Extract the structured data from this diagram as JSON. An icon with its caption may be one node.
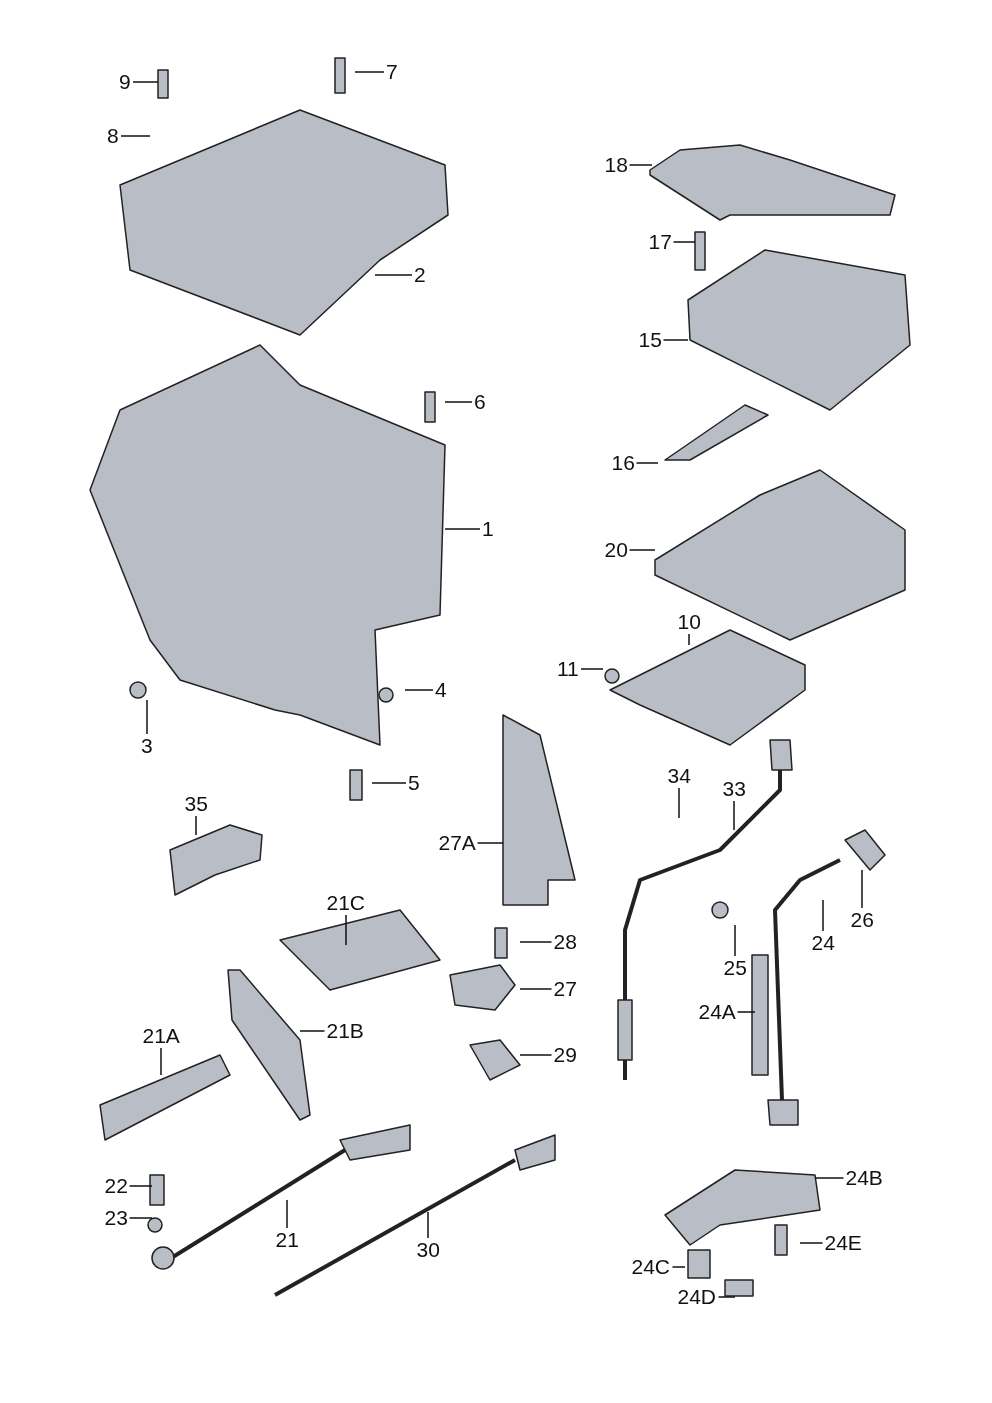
{
  "diagram": {
    "nodes": [
      {
        "text": [
          "9"
        ]
      },
      {
        "text": [
          "7"
        ]
      },
      {
        "text": [
          "18"
        ]
      },
      {
        "text": [
          "8"
        ]
      },
      {
        "text": [
          "17"
        ]
      },
      {
        "text": [
          "2"
        ]
      },
      {
        "text": [
          "15"
        ]
      },
      {
        "text": [
          "6"
        ]
      },
      {
        "text": [
          "16"
        ]
      },
      {
        "text": [
          "1"
        ]
      },
      {
        "text": [
          "20"
        ]
      },
      {
        "text": [
          "10"
        ]
      },
      {
        "text": [
          "11"
        ]
      },
      {
        "text": [
          "4"
        ]
      },
      {
        "text": [
          "3"
        ]
      },
      {
        "text": [
          "5"
        ]
      },
      {
        "text": [
          "35"
        ]
      },
      {
        "text": [
          "34"
        ]
      },
      {
        "text": [
          "33"
        ]
      },
      {
        "text": [
          "27A"
        ]
      },
      {
        "text": [
          "21C"
        ]
      },
      {
        "text": [
          "28"
        ]
      },
      {
        "text": [
          "26"
        ]
      },
      {
        "text": [
          "24"
        ]
      },
      {
        "text": [
          "25"
        ]
      },
      {
        "text": [
          "27"
        ]
      },
      {
        "text": [
          "24A"
        ]
      },
      {
        "text": [
          "21B"
        ]
      },
      {
        "text": [
          "21A"
        ]
      },
      {
        "text": [
          "29"
        ]
      },
      {
        "text": [
          "24B"
        ]
      },
      {
        "text": [
          "22"
        ]
      },
      {
        "text": [
          "23"
        ]
      },
      {
        "text": [
          "24E"
        ]
      },
      {
        "text": [
          "21"
        ]
      },
      {
        "text": [
          "30"
        ]
      },
      {
        "text": [
          "24C"
        ]
      },
      {
        "text": [
          "24D"
        ]
      }
    ],
    "edges": [
      {
        "from": 0,
        "to": null,
        "arrow": "none"
      },
      {
        "from": 1,
        "to": null,
        "arrow": "none"
      },
      {
        "from": 2,
        "to": null,
        "arrow": "none"
      },
      {
        "from": 3,
        "to": null,
        "arrow": "none"
      },
      {
        "from": 4,
        "to": null,
        "arrow": "none"
      },
      {
        "from": 5,
        "to": null,
        "arrow": "none"
      },
      {
        "from": 6,
        "to": null,
        "arrow": "none"
      },
      {
        "from": 7,
        "to": null,
        "arrow": "none"
      },
      {
        "from": 8,
        "to": null,
        "arrow": "none"
      },
      {
        "from": 9,
        "to": null,
        "arrow": "none"
      },
      {
        "from": 10,
        "to": null,
        "arrow": "none"
      },
      {
        "from": 11,
        "to": null,
        "arrow": "none"
      },
      {
        "from": 12,
        "to": null,
        "arrow": "none"
      },
      {
        "from": 13,
        "to": null,
        "arrow": "none"
      },
      {
        "from": 14,
        "to": null,
        "arrow": "none"
      },
      {
        "from": 15,
        "to": null,
        "arrow": "none"
      },
      {
        "from": 16,
        "to": null,
        "arrow": "none"
      },
      {
        "from": 17,
        "to": null,
        "arrow": "none"
      },
      {
        "from": 18,
        "to": null,
        "arrow": "none"
      },
      {
        "from": 19,
        "to": null,
        "arrow": "none"
      },
      {
        "from": 20,
        "to": null,
        "arrow": "none"
      },
      {
        "from": 21,
        "to": null,
        "arrow": "none"
      },
      {
        "from": 22,
        "to": null,
        "arrow": "none"
      },
      {
        "from": 23,
        "to": null,
        "arrow": "none"
      },
      {
        "from": 24,
        "to": null,
        "arrow": "none"
      },
      {
        "from": 25,
        "to": null,
        "arrow": "none"
      },
      {
        "from": 26,
        "to": null,
        "arrow": "none"
      },
      {
        "from": 27,
        "to": null,
        "arrow": "none"
      },
      {
        "from": 28,
        "to": null,
        "arrow": "none"
      },
      {
        "from": 29,
        "to": null,
        "arrow": "none"
      },
      {
        "from": 30,
        "to": null,
        "arrow": "none"
      },
      {
        "from": 31,
        "to": null,
        "arrow": "none"
      },
      {
        "from": 32,
        "to": null,
        "arrow": "none"
      },
      {
        "from": 33,
        "to": null,
        "arrow": "none"
      },
      {
        "from": 34,
        "to": null,
        "arrow": "none"
      },
      {
        "from": 35,
        "to": null,
        "arrow": "none"
      },
      {
        "from": 36,
        "to": null,
        "arrow": "none"
      },
      {
        "from": 37,
        "to": null,
        "arrow": "none"
      }
    ]
  }
}
